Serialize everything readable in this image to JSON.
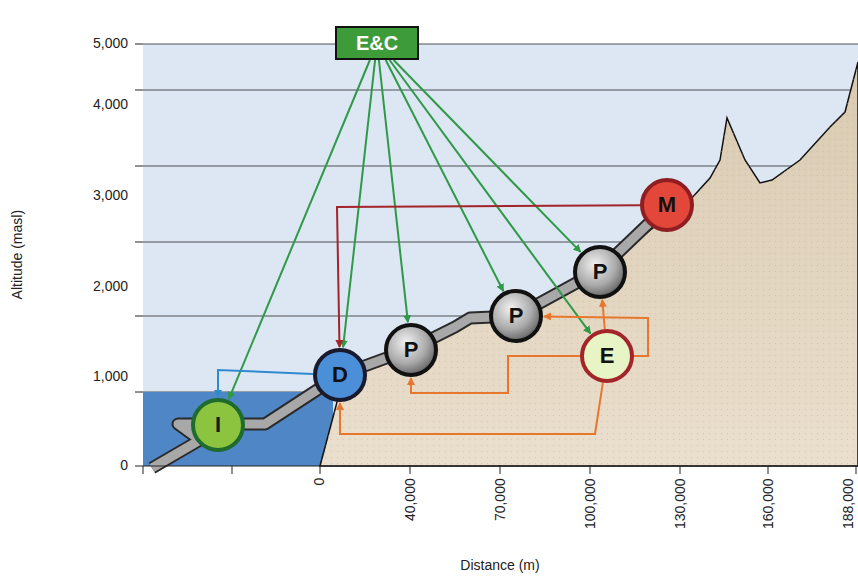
{
  "diagram": {
    "nodes": [
      {
        "text": [
          "E&C"
        ]
      },
      {
        "text": [
          "I"
        ]
      },
      {
        "text": [
          "D"
        ]
      },
      {
        "text": [
          "P"
        ]
      },
      {
        "text": [
          "P"
        ]
      },
      {
        "text": [
          "P"
        ]
      },
      {
        "text": [
          "E"
        ]
      },
      {
        "text": [
          "M"
        ]
      }
    ],
    "edges": [
      {
        "from": 0,
        "to": 1,
        "arrow": "to"
      },
      {
        "from": 0,
        "to": 2,
        "arrow": "to"
      },
      {
        "from": 0,
        "to": 3,
        "arrow": "to"
      },
      {
        "from": 0,
        "to": 4,
        "arrow": "to"
      },
      {
        "from": 0,
        "to": 5,
        "arrow": "to"
      },
      {
        "from": 0,
        "to": 6,
        "arrow": "to"
      },
      {
        "from": 7,
        "to": 2,
        "arrow": "to"
      },
      {
        "from": 2,
        "to": 1,
        "arrow": "to"
      },
      {
        "from": 6,
        "to": 2,
        "arrow": "to"
      },
      {
        "from": 6,
        "to": 3,
        "arrow": "to"
      },
      {
        "from": 6,
        "to": 4,
        "arrow": "to"
      },
      {
        "from": 6,
        "to": 5,
        "arrow": "to"
      }
    ],
    "labels": [
      "5,000",
      "4,000",
      "3,000",
      "2,000",
      "1,000",
      "0",
      "0",
      "40,000",
      "70,000",
      "100,000",
      "130,000",
      "160,000",
      "188,000",
      "Altitude (masl)",
      "Distance (m)"
    ]
  }
}
